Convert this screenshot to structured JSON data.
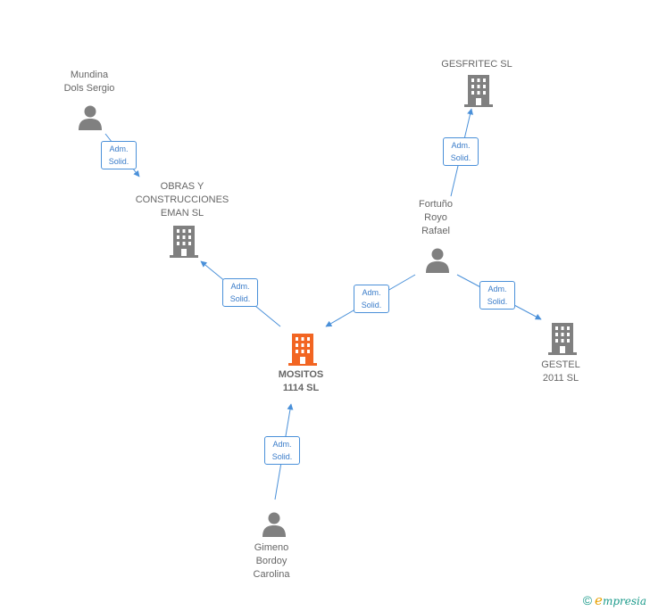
{
  "nodes": {
    "mundina": {
      "label": "Mundina\nDols Sergio",
      "type": "person"
    },
    "obras": {
      "label": "OBRAS Y\nCONSTRUCCIONES\nEMAN  SL",
      "type": "company"
    },
    "gesfritec": {
      "label": "GESFRITEC  SL",
      "type": "company"
    },
    "fortuno": {
      "label": "Fortuño\nRoyo\nRafael",
      "type": "person"
    },
    "mositos": {
      "label": "MOSITOS\n1114  SL",
      "type": "company-main"
    },
    "gestel": {
      "label": "GESTEL\n2011  SL",
      "type": "company"
    },
    "gimeno": {
      "label": "Gimeno\nBordoy\nCarolina",
      "type": "person"
    }
  },
  "edges": [
    {
      "from": "mundina",
      "to": "obras",
      "line1": "Adm.",
      "line2": "Solid."
    },
    {
      "from": "mositos",
      "to": "obras",
      "line1": "Adm.",
      "line2": "Solid."
    },
    {
      "from": "fortuno",
      "to": "gesfritec",
      "line1": "Adm.",
      "line2": "Solid."
    },
    {
      "from": "fortuno",
      "to": "mositos",
      "line1": "Adm.",
      "line2": "Solid."
    },
    {
      "from": "fortuno",
      "to": "gestel",
      "line1": "Adm.",
      "line2": "Solid."
    },
    {
      "from": "gimeno",
      "to": "mositos",
      "line1": "Adm.",
      "line2": "Solid."
    }
  ],
  "colors": {
    "edge": "#4a90d9",
    "icon": "#808080",
    "main_icon": "#f26522"
  },
  "brand": {
    "copyright": "©",
    "initial": "e",
    "rest": "mpresia"
  }
}
